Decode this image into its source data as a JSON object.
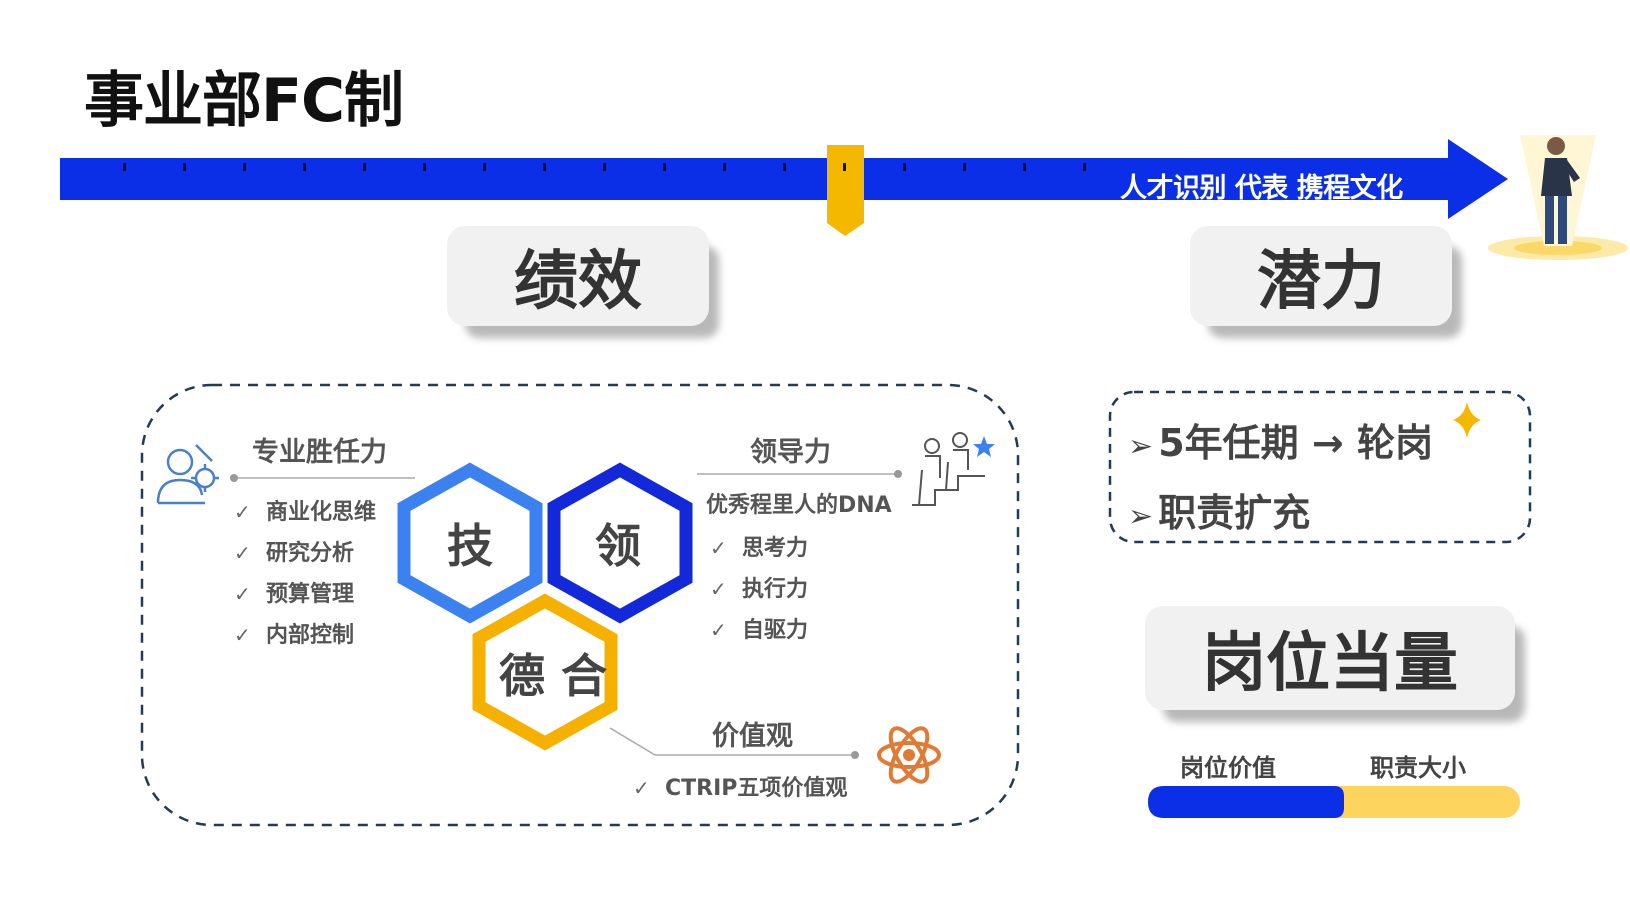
{
  "title": "事业部FC制",
  "timeline": {
    "slogan": "人才识别 代表 携程文化"
  },
  "cards": {
    "performance": "绩效",
    "potential": "潜力",
    "position": "岗位当量"
  },
  "hexagons": {
    "ji": "技",
    "ling": "领",
    "dehe": "德 合"
  },
  "professional": {
    "heading": "专业胜任力",
    "items": [
      "商业化思维",
      "研究分析",
      "预算管理",
      "内部控制"
    ]
  },
  "leadership": {
    "heading": "领导力",
    "subheading": "优秀程里人的DNA",
    "items": [
      "思考力",
      "执行力",
      "自驱力"
    ]
  },
  "values": {
    "heading": "价值观",
    "items": [
      "CTRIP五项价值观"
    ]
  },
  "potential_box": {
    "items": [
      "5年任期 → 轮岗",
      "职责扩充"
    ]
  },
  "position_bar": {
    "left_label": "岗位价值",
    "right_label": "职责大小",
    "left_color": "#0a2fe6",
    "right_color": "#fcd45e",
    "split_fraction": 0.5
  },
  "colors": {
    "timeline_blue": "#0a2fe6",
    "marker_yellow": "#f5b800",
    "hex_blue": "#3b82f0",
    "hex_navy": "#1328d9",
    "hex_yellow": "#f5b000",
    "dash_navy": "#243a55"
  },
  "check_mark": "✓",
  "arrow_bullet": "➢"
}
